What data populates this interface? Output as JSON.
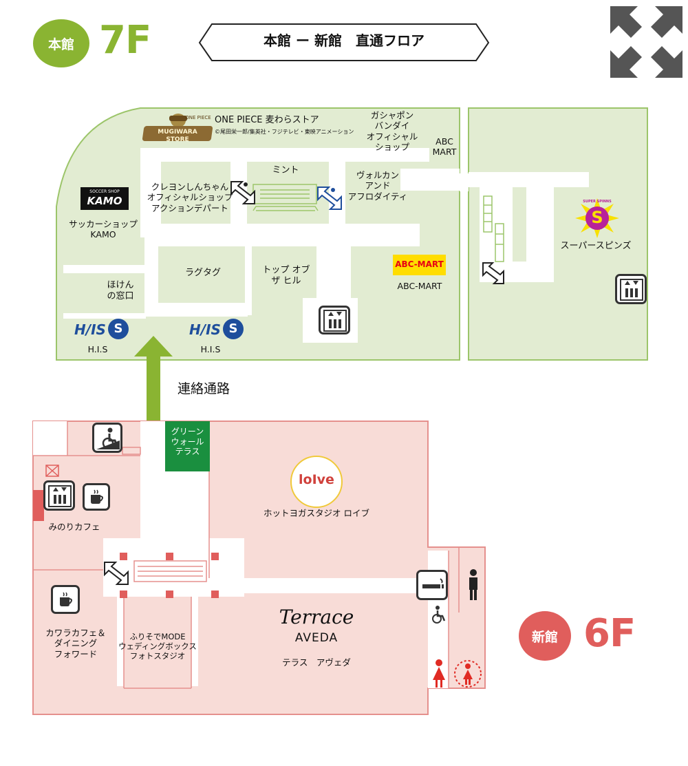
{
  "header": {
    "bldg_main_label": "本館",
    "floor_main": "7F",
    "banner": "本館 ー 新館　直通フロア",
    "expand_icon": "expand-arrows-icon"
  },
  "colors": {
    "main_green": "#8ab432",
    "main_fill": "#e2ecd2",
    "main_stroke": "#9cc56a",
    "new_red": "#e05e5c",
    "new_fill": "#f8dcd7",
    "new_stroke": "#e5908d",
    "terrace_green": "#1a8f3f",
    "his_blue": "#1e4e9c",
    "abc_yellow": "#ffdd00",
    "abc_red": "#e60012"
  },
  "main_building": {
    "shops": {
      "onepiece": "ONE PIECE 麦わらストア",
      "onepiece_copy": "©尾田栄一郎/集英社・フジテレビ・東映アニメーション",
      "onepiece_logo": "MUGIWARA STORE",
      "onepiece_logo_top": "ONE PIECE",
      "gashapon": "ガシャポン\nバンダイ\nオフィシャル\nショップ",
      "abc_small": "ABC\nMART",
      "mint": "ミント",
      "crayon": "クレヨンしんちゃん\nオフィシャルショップ\nアクションデパート",
      "vulcan": "ヴォルカン\nアンド\nアフロダイティ",
      "kamo_logo": "KAMO",
      "kamo_logo_sub": "SOCCER SHOP",
      "kamo": "サッカーショップ\nKAMO",
      "super_spinns_logo": "SUPER SPINNS",
      "super_spinns_s": "S",
      "super_spinns": "スーパースピンズ",
      "ragtag": "ラグタグ",
      "top_of_the_hill": "トップ オブ\nザ ヒル",
      "abc_mart_logo": "ABC-MART",
      "abc_mart": "ABC-MART",
      "hoken": "ほけん\nの窓口",
      "his_logo_1": "H/IS",
      "his_1": "H.I.S",
      "his_logo_2": "H/IS",
      "his_2": "H.I.S"
    }
  },
  "connector": {
    "label": "連絡通路",
    "green_terrace": "グリーン\nウォール\nテラス"
  },
  "new_building": {
    "bldg_label": "新館",
    "floor": "6F",
    "shops": {
      "loive_logo": "loIve",
      "loive": "ホットヨガスタジオ ロイブ",
      "minori": "みのりカフェ",
      "kawara": "カワラカフェ＆\nダイニング\nフォワード",
      "furisode": "ふりそでMODE\nウェディングボックス\nフォトスタジオ",
      "terrace_logo": "Terrace",
      "aveda_logo": "AVEDA",
      "terrace": "テラス　アヴェダ"
    }
  }
}
